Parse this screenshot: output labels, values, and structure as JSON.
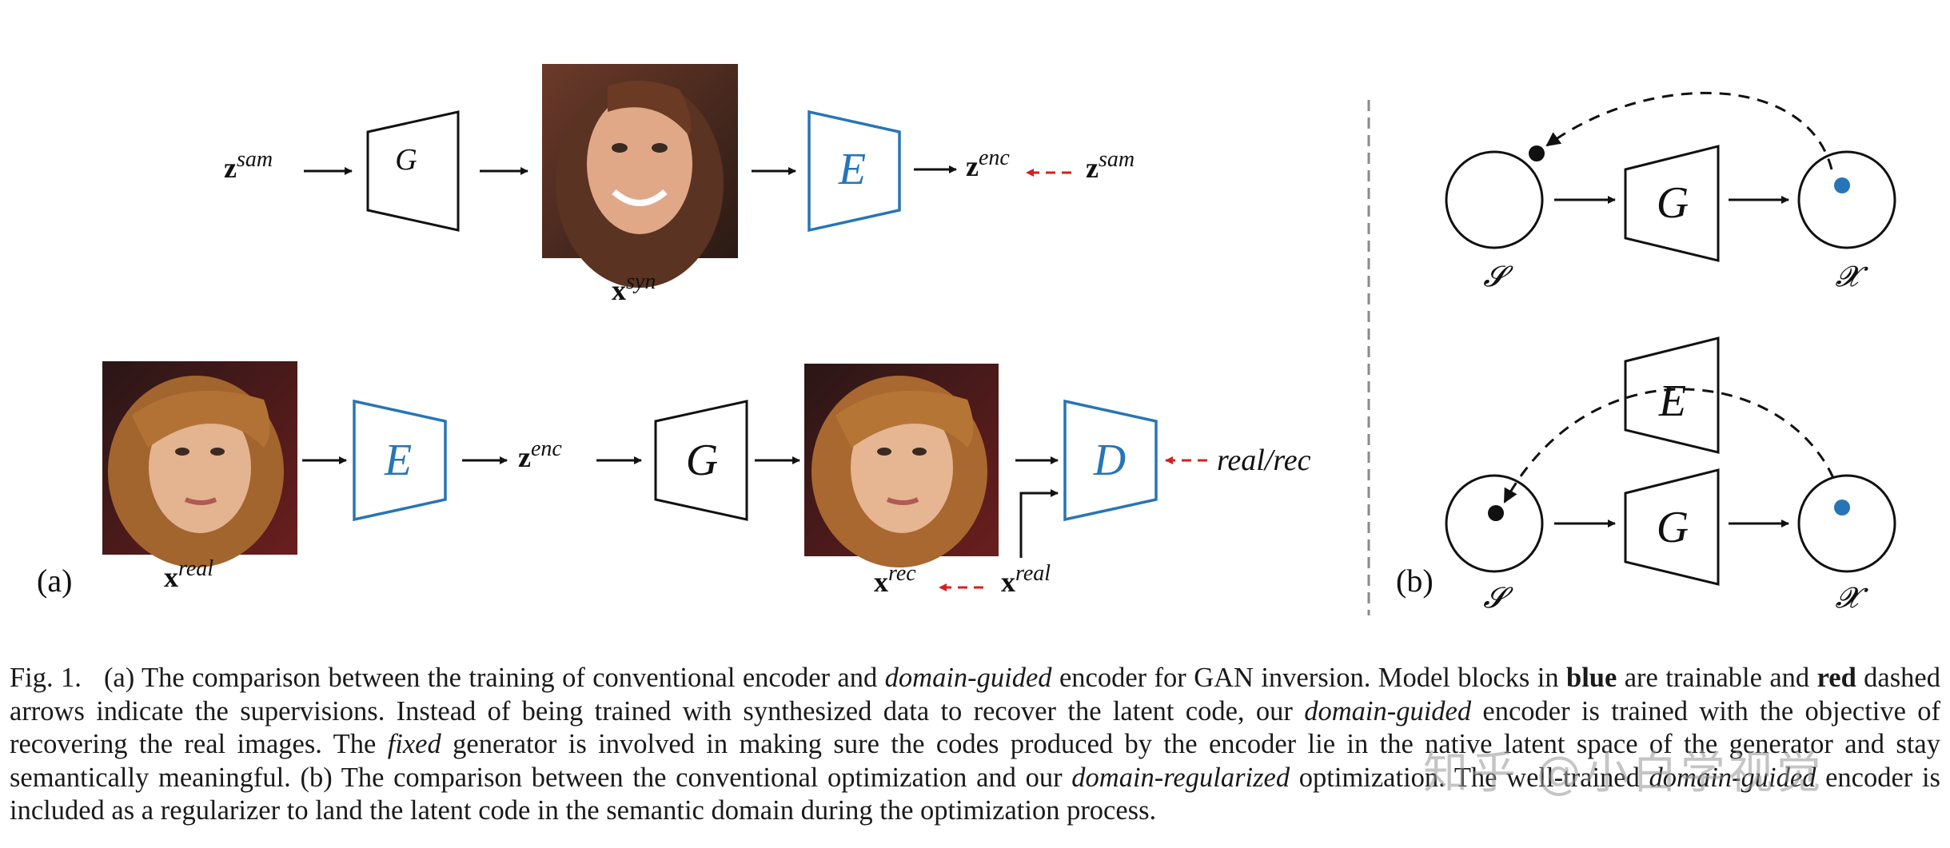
{
  "panel_a": {
    "label": "(a)",
    "top": {
      "z_in": {
        "base": "z",
        "sup": "sam"
      },
      "g": "G",
      "x_syn": {
        "base": "x",
        "sup": "syn"
      },
      "e": "E",
      "z_enc": {
        "base": "z",
        "sup": "enc"
      },
      "z_sup": {
        "base": "z",
        "sup": "sam"
      }
    },
    "bottom": {
      "x_real": {
        "base": "x",
        "sup": "real"
      },
      "e": "E",
      "z_enc": {
        "base": "z",
        "sup": "enc"
      },
      "g": "G",
      "d": "D",
      "real_rec": "real/rec",
      "x_rec": {
        "base": "x",
        "sup": "rec"
      },
      "x_real2": {
        "base": "x",
        "sup": "real"
      }
    }
  },
  "panel_b": {
    "label": "(b)",
    "s_label": "𝓢",
    "x_label": "𝓧",
    "g": "G",
    "e": "E"
  },
  "colors": {
    "trainable_blue": "#2775b6",
    "supervision_red": "#d42020",
    "black": "#111111",
    "separator_gray": "#8a8a8a"
  },
  "caption": {
    "fig_num": "Fig. 1.",
    "p1": "(a) The comparison between the training of conventional encoder and ",
    "p2": "domain-guided",
    "p3": " encoder for GAN inversion. Model blocks in ",
    "p4": "blue",
    "p5": " are trainable and ",
    "p6": "red",
    "p7": " dashed arrows indicate the supervisions. Instead of being trained with synthesized data to recover the latent code, our ",
    "p8": "domain-guided",
    "p9": " encoder is trained with the objective of recovering the real images. The ",
    "p10": "fixed",
    "p11": " generator is involved in making sure the codes produced by the encoder lie in the native latent space of the generator and stay semantically meaningful. (b) The comparison between the conventional optimization and our ",
    "p12": "domain-regularized",
    "p13": " optimization. The well-trained ",
    "p14": "domain-guided",
    "p15": " encoder is included as a regularizer to land the latent code in the semantic domain during the optimization process."
  },
  "watermark": "知乎 @小白学视觉"
}
